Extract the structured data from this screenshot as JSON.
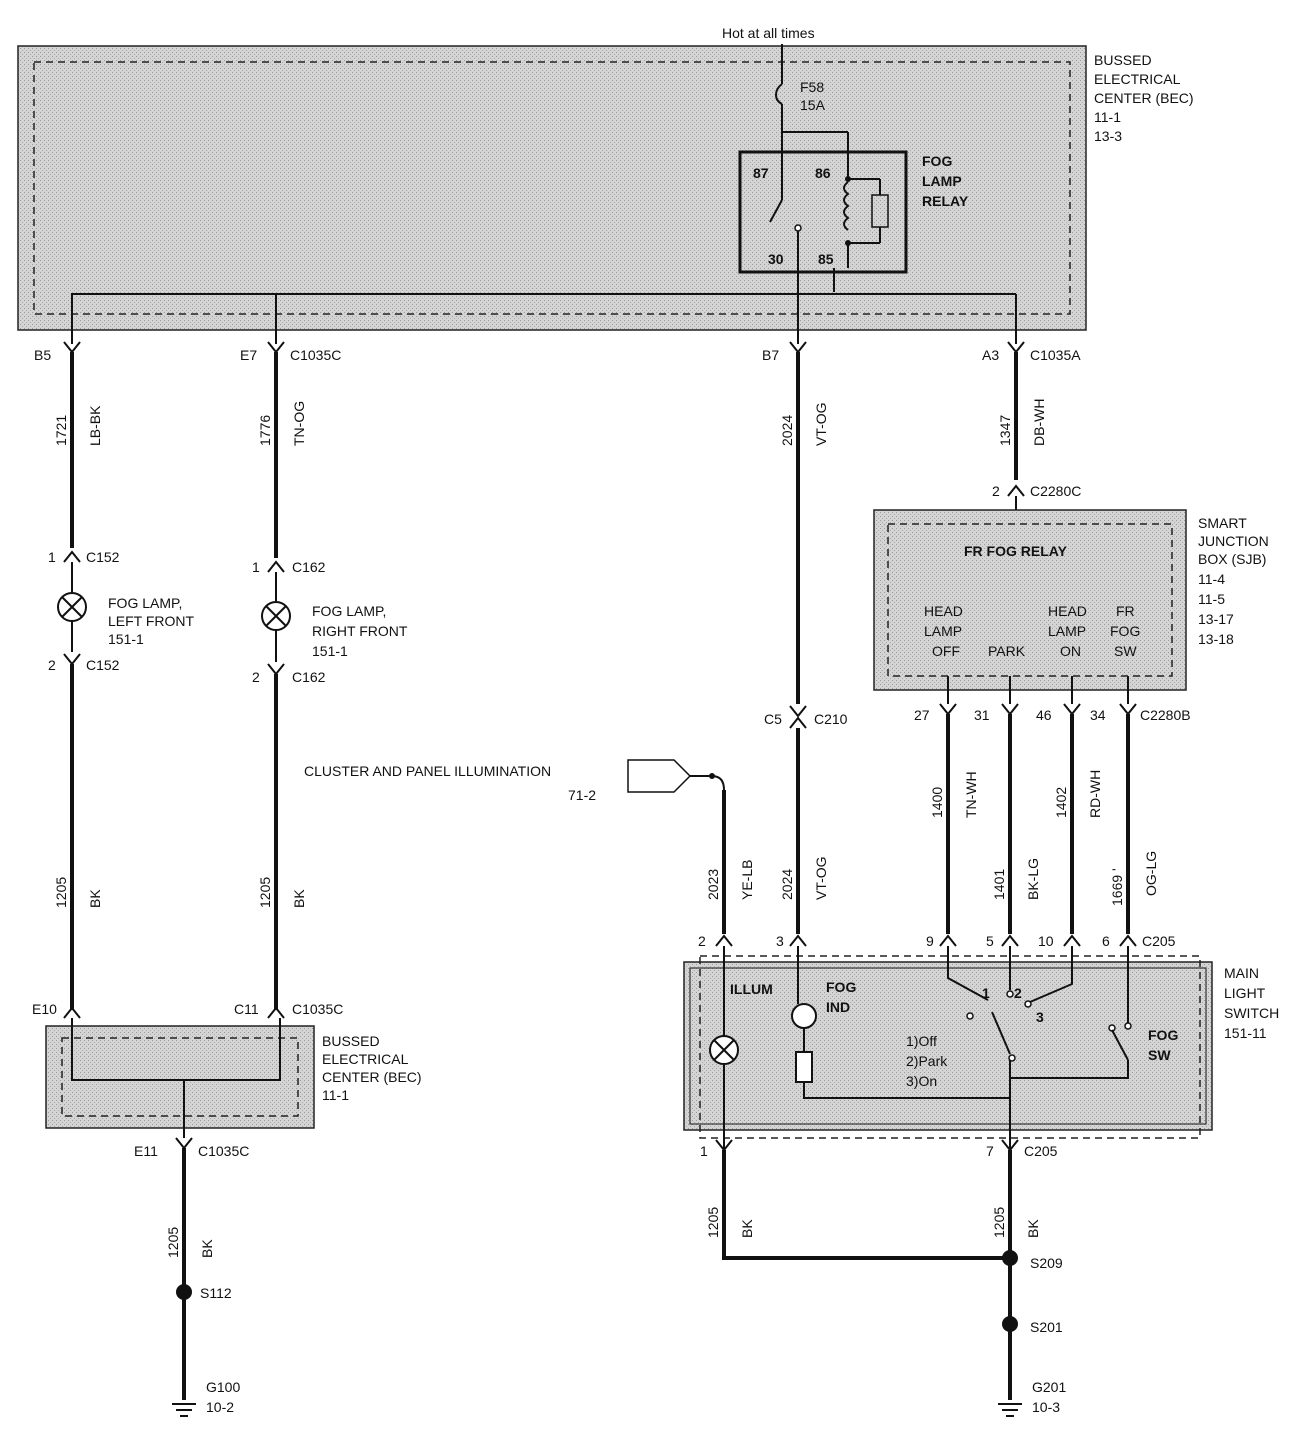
{
  "hot_label": "Hot at all times",
  "fuse": {
    "id": "F58",
    "rating": "15A"
  },
  "bec_top": {
    "lines": [
      "BUSSED",
      "ELECTRICAL",
      "CENTER (BEC)",
      "11-1",
      "13-3"
    ]
  },
  "relay": {
    "lines": [
      "FOG",
      "LAMP",
      "RELAY"
    ],
    "pins": [
      "87",
      "86",
      "30",
      "85"
    ]
  },
  "top_connectors": {
    "b5": "B5",
    "e7": "E7",
    "c1035c": "C1035C",
    "b7": "B7",
    "a3": "A3",
    "c1035a": "C1035A"
  },
  "wires": {
    "w1721": {
      "num": "1721",
      "color": "LB-BK"
    },
    "w1776": {
      "num": "1776",
      "color": "TN-OG"
    },
    "w2024a": {
      "num": "2024",
      "color": "VT-OG"
    },
    "w1347": {
      "num": "1347",
      "color": "DB-WH"
    },
    "w1205a": {
      "num": "1205",
      "color": "BK"
    },
    "w1205b": {
      "num": "1205",
      "color": "BK"
    },
    "w2023": {
      "num": "2023",
      "color": "YE-LB"
    },
    "w2024b": {
      "num": "2024",
      "color": "VT-OG"
    },
    "w1400": {
      "num": "1400",
      "color": "TN-WH"
    },
    "w1401": {
      "num": "1401",
      "color": "BK-LG"
    },
    "w1402": {
      "num": "1402",
      "color": "RD-WH"
    },
    "w1669": {
      "num": "1669 '",
      "color": "OG-LG"
    },
    "w1205c": {
      "num": "1205",
      "color": "BK"
    },
    "w1205d": {
      "num": "1205",
      "color": "BK"
    },
    "w1205e": {
      "num": "1205",
      "color": "BK"
    }
  },
  "sjb": {
    "pin2": "2",
    "conn_top": "C2280C",
    "lines": [
      "SMART",
      "JUNCTION",
      "BOX (SJB)",
      "11-4",
      "11-5",
      "13-17",
      "13-18"
    ],
    "title": "FR FOG RELAY",
    "col1": [
      "HEAD",
      "LAMP",
      "OFF"
    ],
    "col2": "PARK",
    "col3": [
      "HEAD",
      "LAMP",
      "ON"
    ],
    "col4": [
      "FR",
      "FOG",
      "SW"
    ],
    "bottom_pins": [
      "27",
      "31",
      "46",
      "34"
    ],
    "conn_bottom": "C2280B"
  },
  "lamp_left": {
    "pin1": "1",
    "pin2": "2",
    "conn": "C152",
    "lines": [
      "FOG LAMP,",
      "LEFT FRONT",
      "151-1"
    ]
  },
  "lamp_right": {
    "pin1": "1",
    "pin2": "2",
    "conn": "C162",
    "lines": [
      "FOG LAMP,",
      "RIGHT FRONT",
      "151-1"
    ]
  },
  "c210": {
    "pin": "C5",
    "conn": "C210"
  },
  "cluster": {
    "label": "CLUSTER AND PANEL ILLUMINATION",
    "ref": "71-2"
  },
  "bec_bottom": {
    "e10": "E10",
    "c11": "C11",
    "conn": "C1035C",
    "lines": [
      "BUSSED",
      "ELECTRICAL",
      "CENTER (BEC)",
      "11-1"
    ],
    "e11": "E11",
    "conn_out": "C1035C"
  },
  "switch": {
    "pins_top": [
      "2",
      "3",
      "9",
      "5",
      "10",
      "6"
    ],
    "conn_top": "C205",
    "lines": [
      "MAIN",
      "LIGHT",
      "SWITCH",
      "151-11"
    ],
    "illum": "ILLUM",
    "fog_ind": [
      "FOG",
      "IND"
    ],
    "positions": [
      "1)Off",
      "2)Park",
      "3)On"
    ],
    "contacts": [
      "1",
      "2",
      "3"
    ],
    "fog_sw": [
      "FOG",
      "SW"
    ],
    "pin_bl": "1",
    "pin_br": "7",
    "conn_bottom": "C205"
  },
  "splices": {
    "s112": "S112",
    "s209": "S209",
    "s201": "S201"
  },
  "grounds": {
    "g100": [
      "G100",
      "10-2"
    ],
    "g201": [
      "G201",
      "10-3"
    ]
  }
}
